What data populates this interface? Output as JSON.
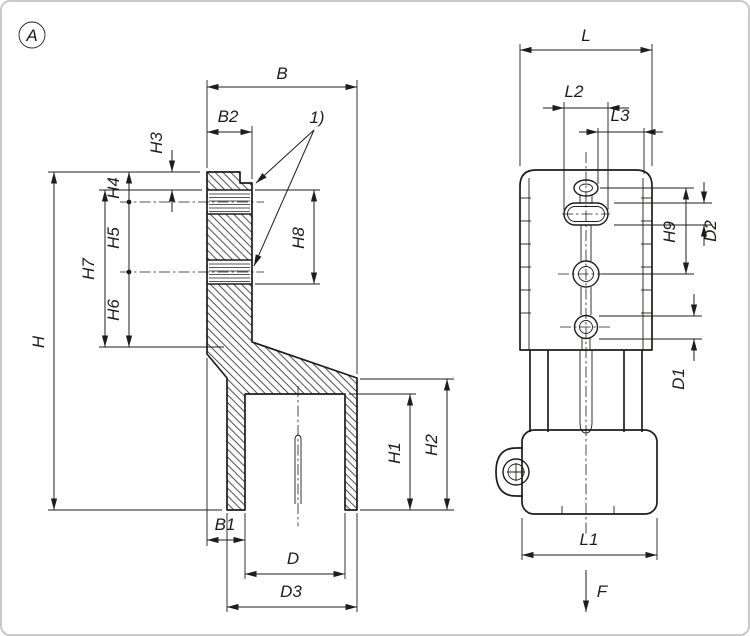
{
  "figure": {
    "view_marker": "A",
    "footnote_marker": "1)"
  },
  "dims": {
    "B": "B",
    "B1": "B1",
    "B2": "B2",
    "D": "D",
    "D1": "D1",
    "D2": "D2",
    "D3": "D3",
    "H": "H",
    "H1": "H1",
    "H2": "H2",
    "H3": "H3",
    "H4": "H4",
    "H5": "H5",
    "H6": "H6",
    "H7": "H7",
    "H8": "H8",
    "H9": "H9",
    "L": "L",
    "L1": "L1",
    "L2": "L2",
    "L3": "L3",
    "F": "F"
  },
  "colors": {
    "line": "#1d1d1b",
    "background": "#ffffff",
    "frame": "#c9c9c9"
  }
}
